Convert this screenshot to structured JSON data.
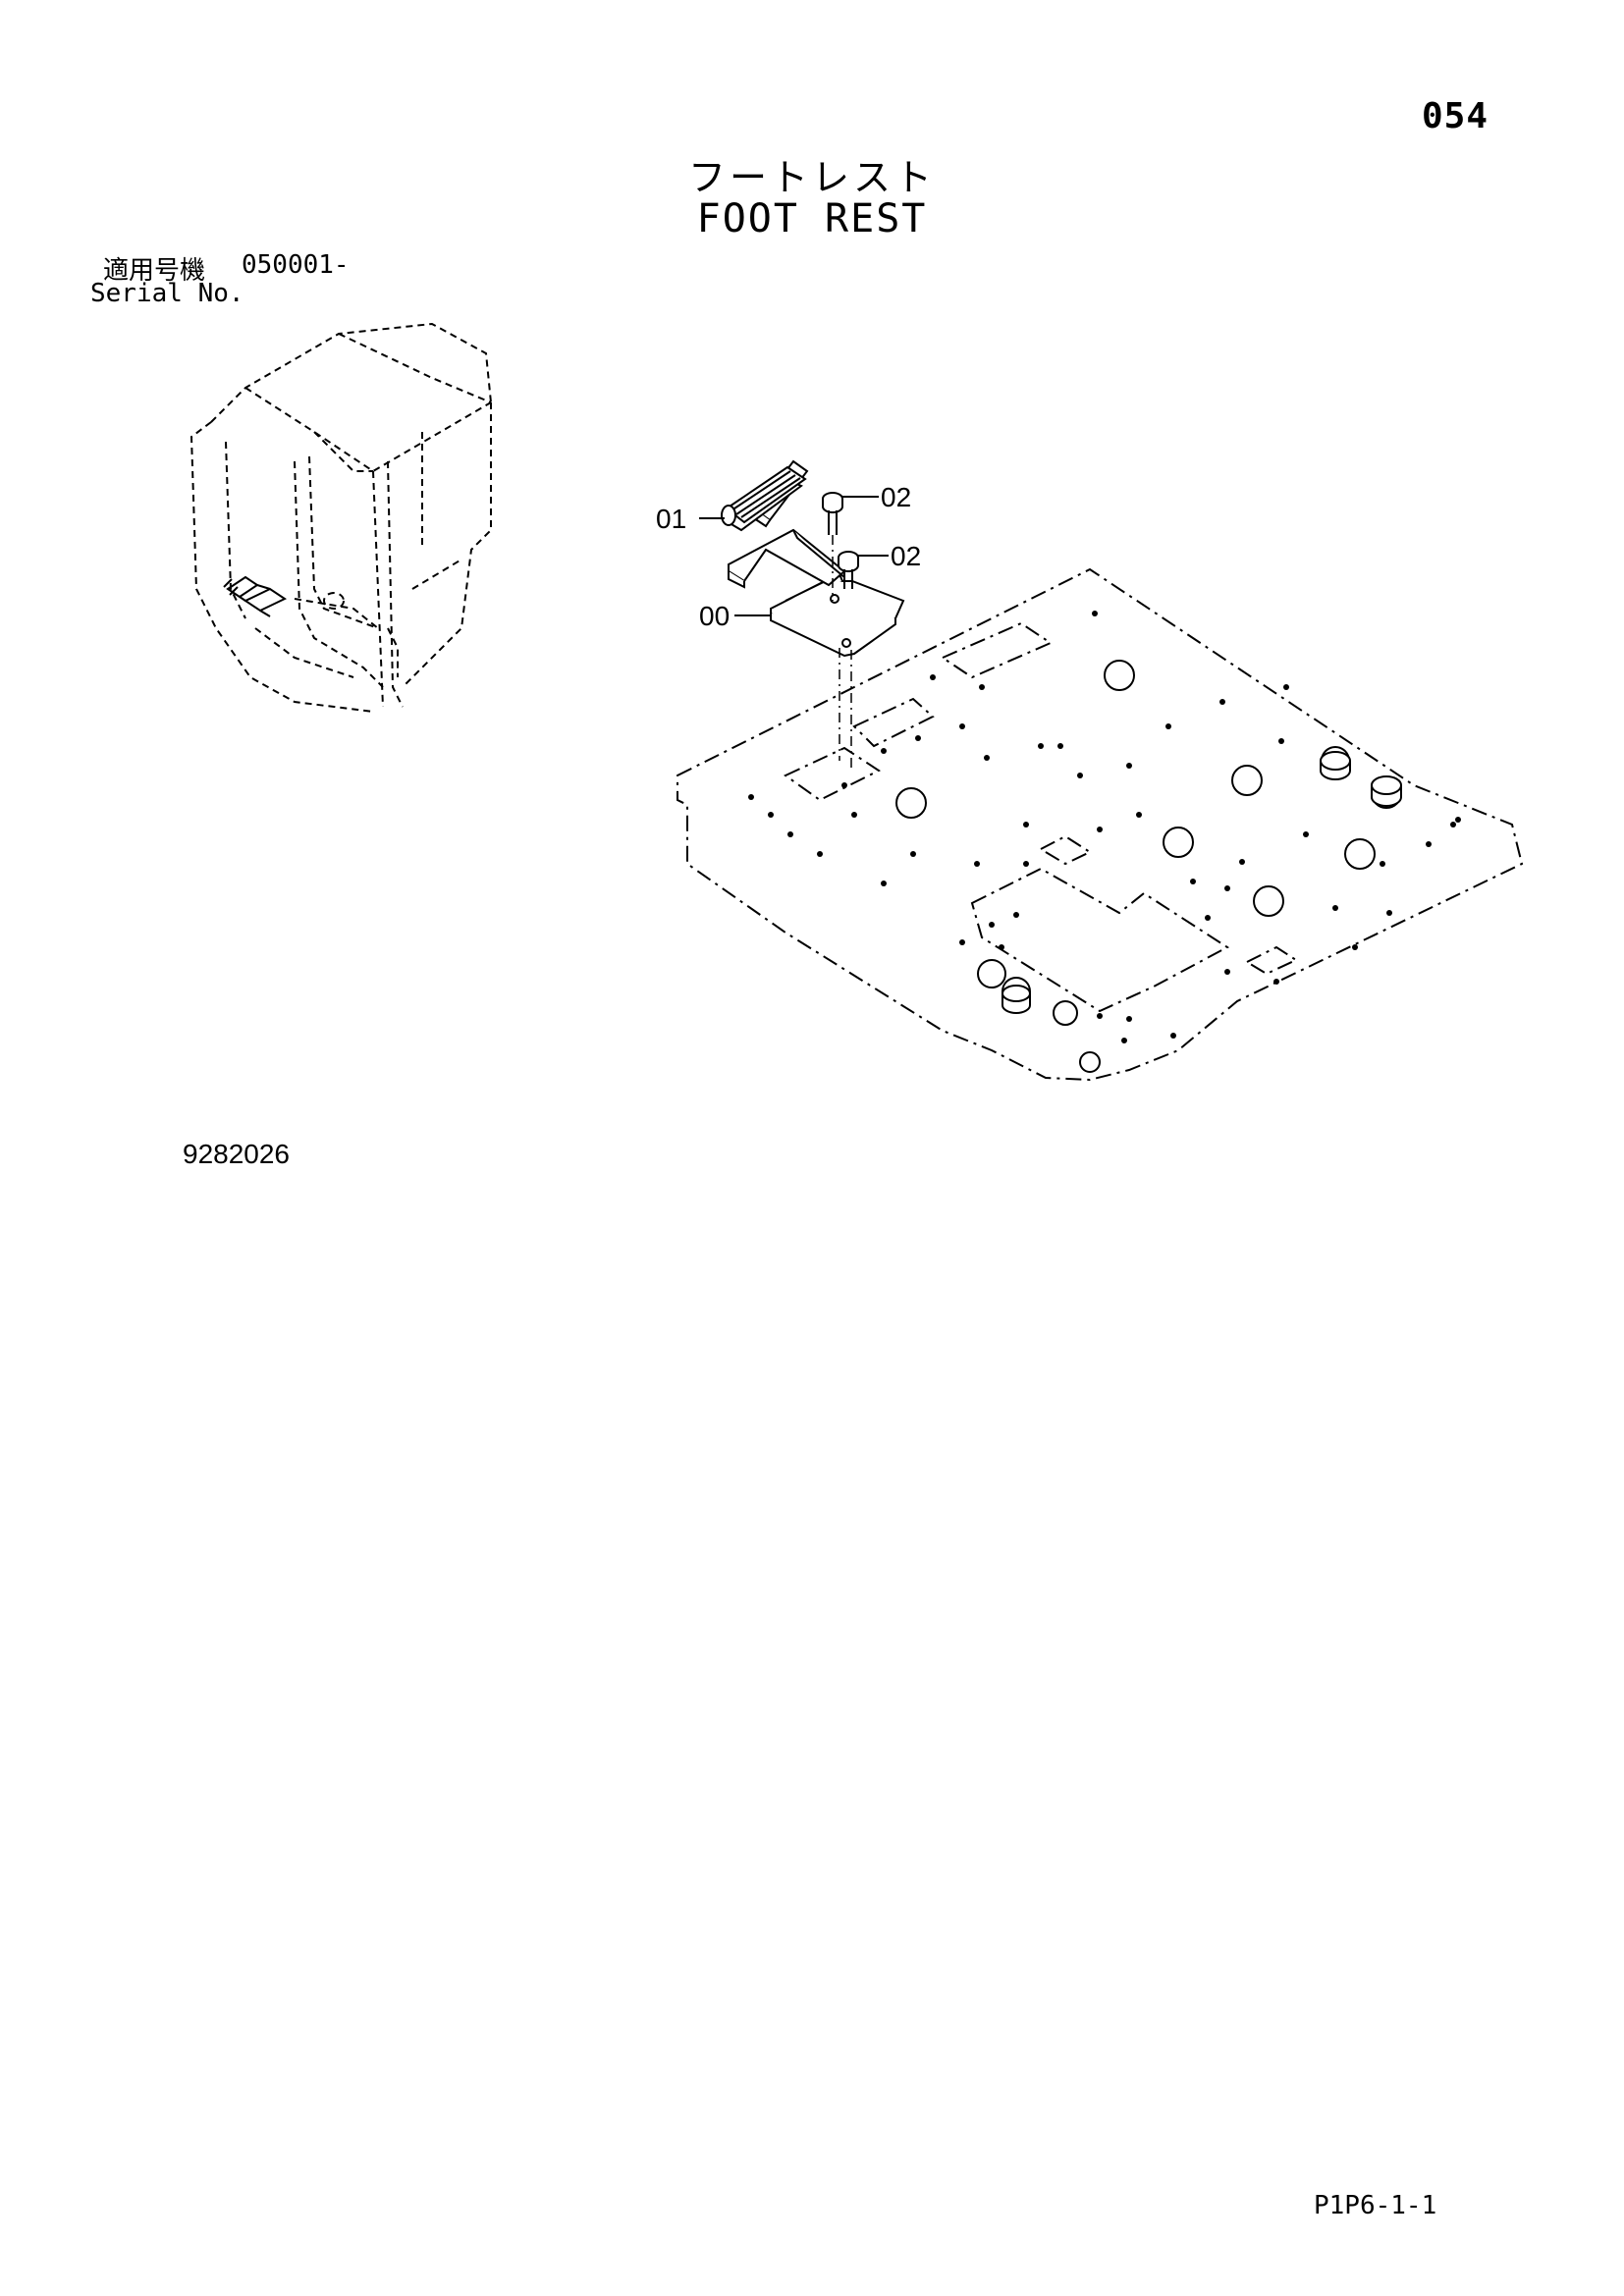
{
  "page": {
    "number": "054",
    "title_jp": "フートレスト",
    "title_en": "FOOT REST",
    "serial_label_jp": "適用号機",
    "serial_range": "050001-",
    "serial_label_en": "Serial No.",
    "drawing_number": "9282026",
    "sheet_code": "P1P6-1-1"
  },
  "callouts": [
    {
      "id": "01",
      "label": "01"
    },
    {
      "id": "02a",
      "label": "02"
    },
    {
      "id": "02b",
      "label": "02"
    },
    {
      "id": "00",
      "label": "00"
    }
  ]
}
